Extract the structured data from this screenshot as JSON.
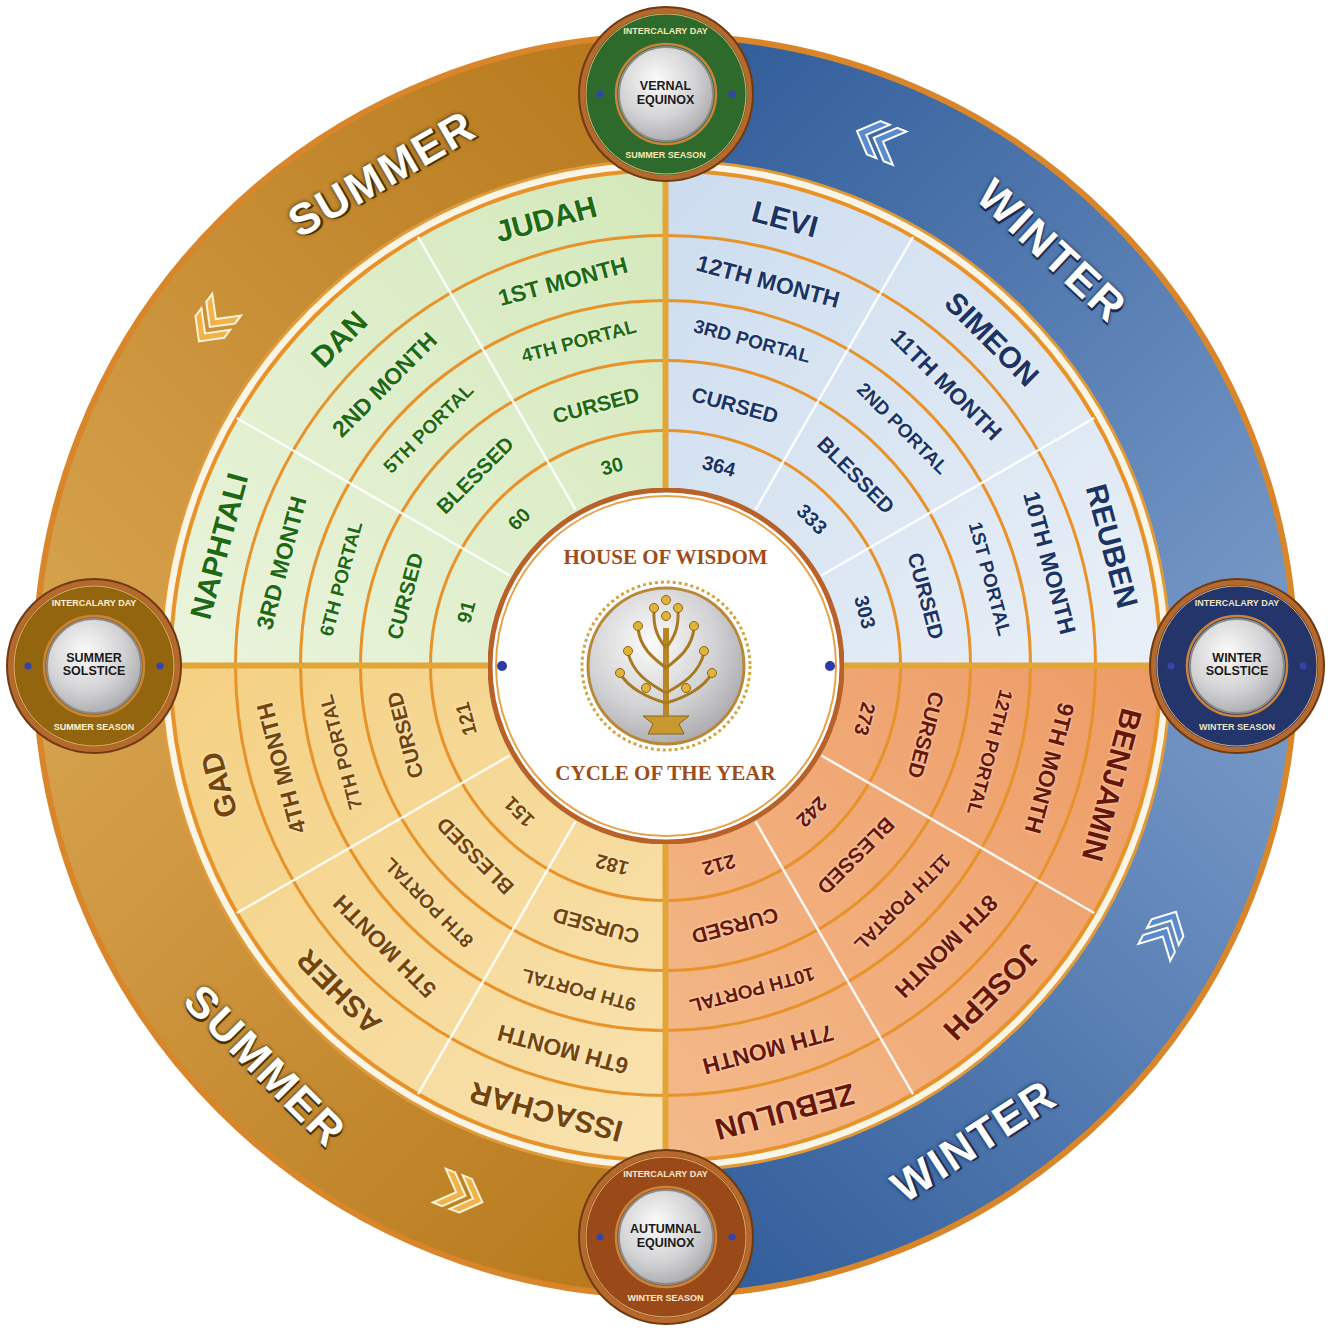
{
  "diagram": {
    "nodes": [
      {
        "text": [
          "INTERCALARY DAY",
          "VERNAL EQUINOX",
          "SUMMER SEASON"
        ]
      },
      {
        "text": [
          "INTERCALARY DAY",
          "SUMMER SOLSTICE",
          "SUMMER SEASON"
        ]
      },
      {
        "text": [
          "HOUSE OF WISDOM",
          "CYCLE OF THE YEAR"
        ]
      },
      {
        "text": [
          "INTERCALARY DAY",
          "WINTER SOLSTICE",
          "WINTER SEASON"
        ]
      },
      {
        "text": [
          "INTERCALARY DAY",
          "AUTUMNAL EQUINOX",
          "WINTER SEASON"
        ]
      }
    ],
    "labels": [
      "SUMMER",
      "WINTER",
      "SUMMER",
      "WINTER",
      "JUDAH",
      "DAN",
      "NAPHTALI",
      "GAD",
      "ASHER",
      "ISSACHAR",
      "ZEBULUN",
      "JOSEPH",
      "BENJAMIN",
      "REUBEN",
      "SIMEON",
      "LEVI",
      "1ST MONTH",
      "2ND MONTH",
      "3RD MONTH",
      "4TH MONTH",
      "5TH MONTH",
      "6TH MONTH",
      "7TH MONTH",
      "8TH MONTH",
      "9TH MONTH",
      "10TH MONTH",
      "11TH MONTH",
      "12TH MONTH",
      "4TH PORTAL",
      "5TH PORTAL",
      "6TH PORTAL",
      "7TH PORTAL",
      "8TH PORTAL",
      "9TH PORTAL",
      "10TH PORTAL",
      "11TH PORTAL",
      "12TH PORTAL",
      "1ST PORTAL",
      "2ND PORTAL",
      "3RD PORTAL",
      "CURSED",
      "BLESSED",
      "CURSED",
      "CURSED",
      "BLESSED",
      "CURSED",
      "CURSED",
      "BLESSED",
      "CURSED",
      "CURSED",
      "BLESSED",
      "CURSED",
      "30",
      "60",
      "91",
      "121",
      "151",
      "182",
      "212",
      "242",
      "273",
      "303",
      "333",
      "364"
    ]
  }
}
